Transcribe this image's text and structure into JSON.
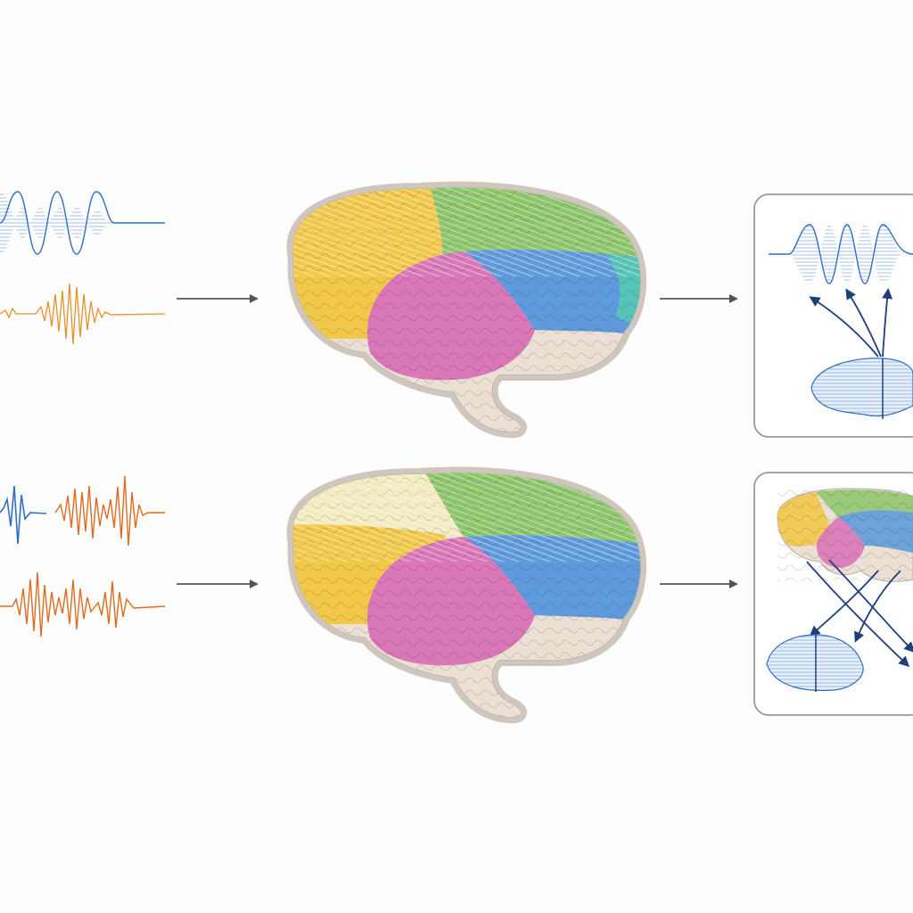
{
  "colors": {
    "background": "#fdfdfd",
    "wave_blue": "#2f6fc4",
    "wave_orange": "#e8902a",
    "wave_orange_dark": "#e06a1e",
    "arrow_gray": "#555555",
    "arrow_navy": "#1f3f7a",
    "frontal_yellow": "#f2c84b",
    "parietal_green": "#8cc56a",
    "temporal_pink": "#d977b8",
    "occipital_blue": "#5f9bdc",
    "occipital_teal": "#56c4b8",
    "cerebellum_beige": "#ebe0d3",
    "panel_border": "#9a9a9a"
  },
  "rows": [
    {
      "input_waves": [
        {
          "color_key": "wave_blue",
          "shape": "bursts"
        },
        {
          "color_key": "wave_orange",
          "shape": "spiky"
        }
      ],
      "output_panel": "wave-decoding"
    },
    {
      "input_waves": [
        {
          "color_key": "wave_blue",
          "shape": "mixed"
        },
        {
          "color_key": "wave_orange_dark",
          "shape": "spiky"
        }
      ],
      "output_panel": "cross-mapping"
    }
  ]
}
